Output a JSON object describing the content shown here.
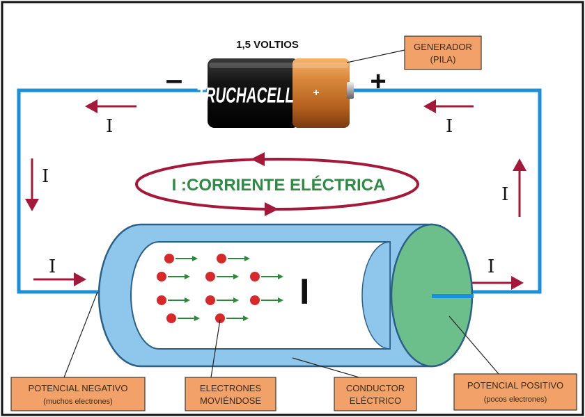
{
  "voltage_label": "1,5 VOLTIOS",
  "battery": {
    "brand": "TRUCHACELL",
    "plus_mark": "+"
  },
  "terminals": {
    "negative": "–",
    "positive": "+"
  },
  "current_symbol": "I",
  "center_label": "I :CORRIENTE ELÉCTRICA",
  "callouts": {
    "generator": {
      "line1": "GENERADOR",
      "line2": "(PILA)"
    },
    "negative_potential": {
      "line1": "POTENCIAL NEGATIVO",
      "line2": "(muchos electrones)"
    },
    "electrons": {
      "line1": "ELECTRONES",
      "line2": "MOVIÉNDOSE"
    },
    "conductor": {
      "line1": "CONDUCTOR",
      "line2": "ELÉCTRICO"
    },
    "positive_potential": {
      "line1": "POTENCIAL POSITIVO",
      "line2": "(pocos electrones)"
    }
  },
  "colors": {
    "wire": "#1c8fd8",
    "arrow": "#a4193a",
    "cylinder_body": "#8ec6ec",
    "cylinder_end": "#6cbf8a",
    "electron": "#d8282a",
    "electron_arrow": "#2a8a3a",
    "callout_fill": "#f2a268"
  }
}
